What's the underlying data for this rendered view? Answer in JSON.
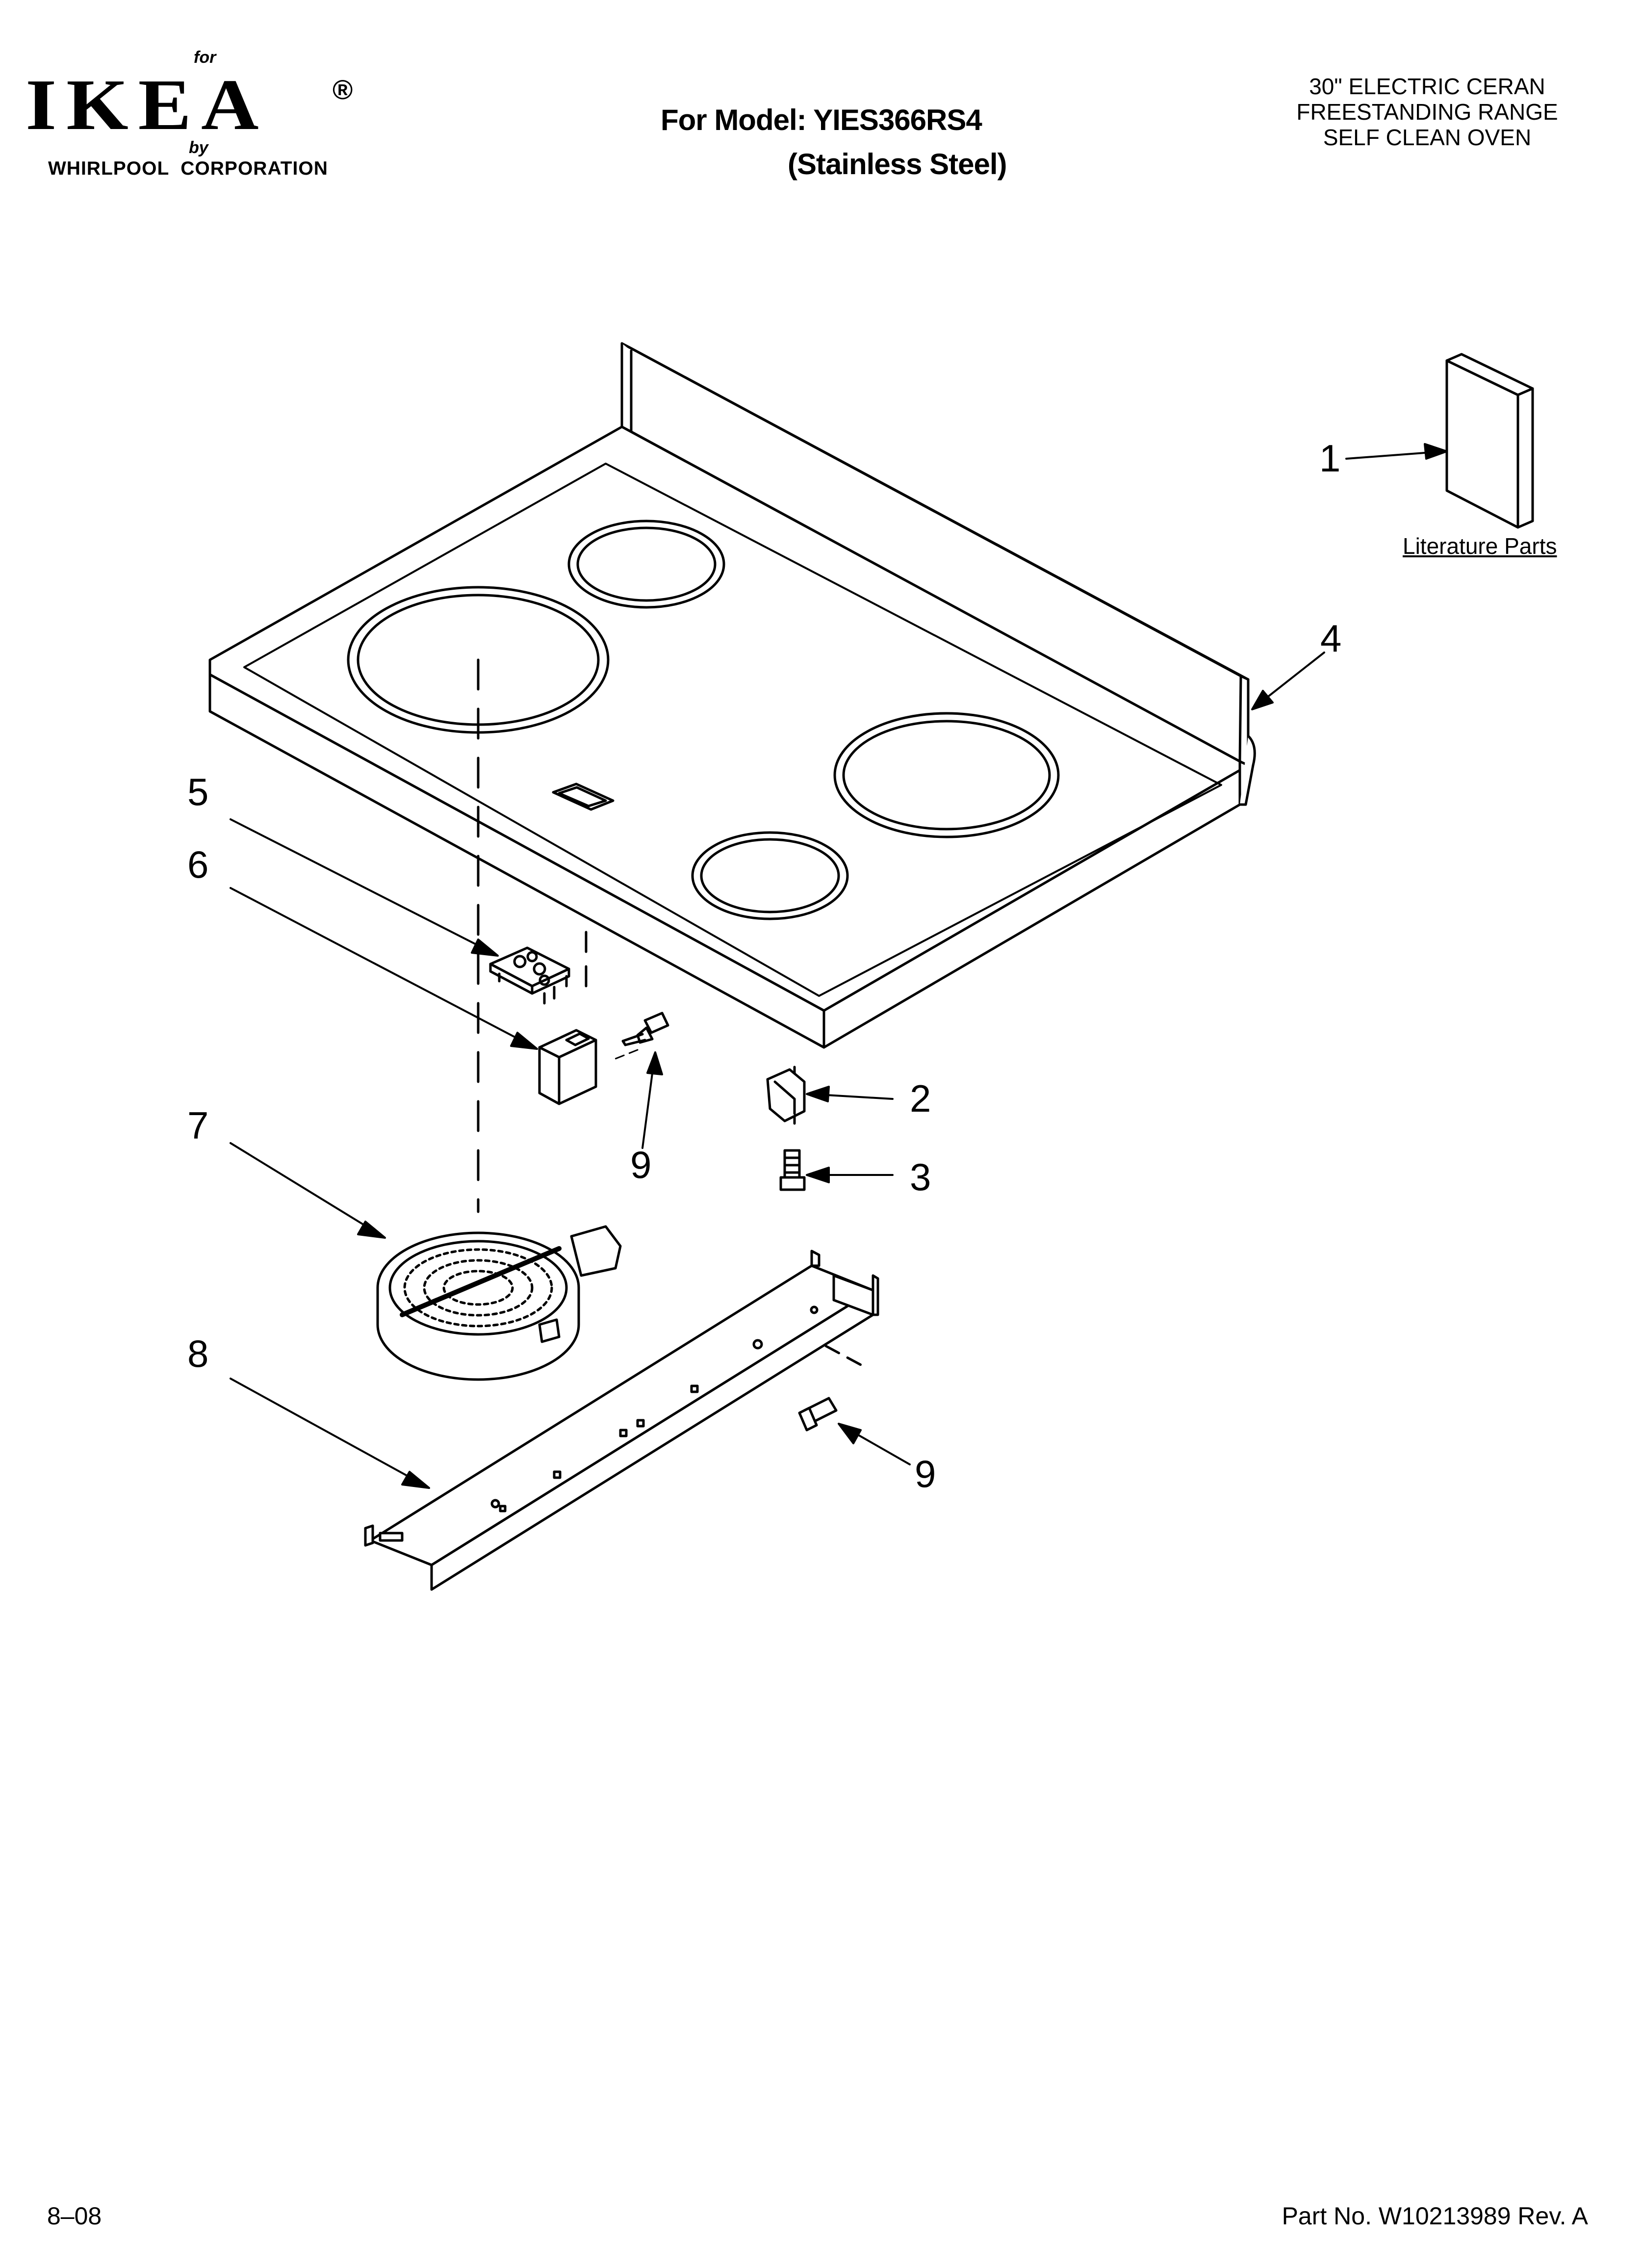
{
  "header": {
    "for_text": "for",
    "logo": "IKEA",
    "registered": "®",
    "by_text": "by",
    "corporation": "WHIRLPOOL  CORPORATION",
    "model_line1": "For Model: YIES366RS4",
    "model_line2": "(Stainless Steel)",
    "description": [
      "30\" ELECTRIC CERAN",
      "FREESTANDING RANGE",
      "SELF CLEAN OVEN"
    ]
  },
  "callouts": [
    "1",
    "2",
    "3",
    "4",
    "5",
    "6",
    "7",
    "8",
    "9",
    "9"
  ],
  "literature_label": "Literature Parts",
  "footer": {
    "date_code": "8–08",
    "part_number": "Part No. W10213989 Rev. A"
  }
}
